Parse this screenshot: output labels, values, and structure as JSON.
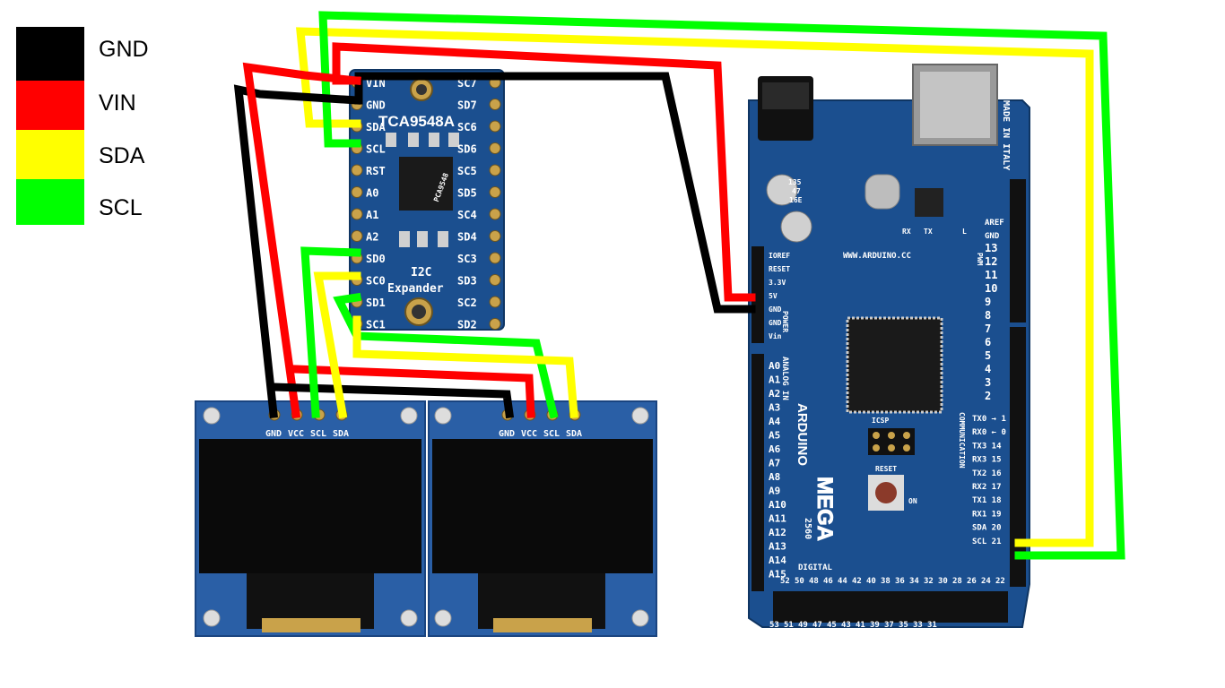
{
  "legend": [
    {
      "label": "GND",
      "color": "#000000"
    },
    {
      "label": "VIN",
      "color": "#ff0000"
    },
    {
      "label": "SDA",
      "color": "#ffff00"
    },
    {
      "label": "SCL",
      "color": "#00ff00"
    }
  ],
  "colors": {
    "board_blue": "#1b4f8f",
    "board_blue_dark": "#123a6b",
    "oled_black": "#0a0a0a",
    "pin_gold": "#c9a24a"
  },
  "mux": {
    "chip_label": "TCA9548A",
    "board_label_1": "I2C",
    "board_label_2": "Expander",
    "ic_text": "PCA9548",
    "left_pins": [
      "VIN",
      "GND",
      "SDA",
      "SCL",
      "RST",
      "A0",
      "A1",
      "A2",
      "SD0",
      "SC0",
      "SD1",
      "SC1"
    ],
    "right_pins": [
      "SC7",
      "SD7",
      "SC6",
      "SD6",
      "SC5",
      "SD5",
      "SC4",
      "SD4",
      "SC3",
      "SD3",
      "SC2",
      "SD2"
    ]
  },
  "oled_pins": [
    "GND",
    "VCC",
    "SCL",
    "SDA"
  ],
  "arduino": {
    "made_in": "MADE IN ITALY",
    "website": "WWW.ARDUINO.CC",
    "brand": "ARDUINO",
    "model": "MEGA",
    "model_num": "2560",
    "power_label": "POWER",
    "analog_label": "ANALOG IN",
    "comm_label": "COMMUNICATION",
    "pwm_label": "PWM",
    "digital_label": "DIGITAL",
    "icsp_label": "ICSP",
    "reset_label": "RESET",
    "on_label": "ON",
    "tx_label": "TX",
    "rx_label": "RX",
    "l_label": "L",
    "cap_text_1": "135",
    "cap_text_2": "47",
    "cap_text_3": "16E",
    "power_pins": [
      "IOREF",
      "RESET",
      "3.3V",
      "5V",
      "GND",
      "GND",
      "Vin"
    ],
    "analog_pins": [
      "A0",
      "A1",
      "A2",
      "A3",
      "A4",
      "A5",
      "A6",
      "A7",
      "A8",
      "A9",
      "A10",
      "A11",
      "A12",
      "A13",
      "A14",
      "A15"
    ],
    "pwm_pins": [
      "AREF",
      "GND",
      "13",
      "12",
      "11",
      "10",
      "9",
      "8",
      "7",
      "6",
      "5",
      "4",
      "3",
      "2"
    ],
    "comm_pins": [
      "TX0 → 1",
      "RX0 ← 0",
      "TX3 14",
      "RX3 15",
      "TX2 16",
      "RX2 17",
      "TX1 18",
      "RX1 19",
      "SDA 20",
      "SCL 21"
    ],
    "bottom_pins": [
      "52",
      "50",
      "48",
      "46",
      "44",
      "42",
      "40",
      "38",
      "36",
      "34",
      "32",
      "30",
      "28",
      "26",
      "24",
      "22"
    ],
    "bottom_pins_2": [
      "53",
      "51",
      "49",
      "47",
      "45",
      "43",
      "41",
      "39",
      "37",
      "35",
      "33",
      "31"
    ]
  }
}
